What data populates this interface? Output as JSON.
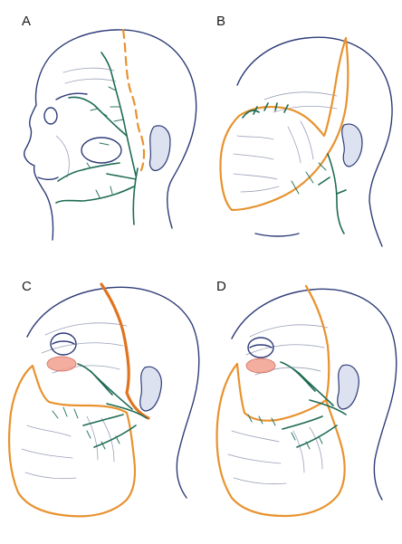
{
  "panels": [
    {
      "id": "a",
      "label": "A"
    },
    {
      "id": "b",
      "label": "B"
    },
    {
      "id": "c",
      "label": "C"
    },
    {
      "id": "d",
      "label": "D"
    }
  ],
  "colors": {
    "outline": "#2e3c78",
    "nerve": "#1f6b55",
    "flap_margin": "#e8922e",
    "eyelid": "#f1a08f"
  }
}
